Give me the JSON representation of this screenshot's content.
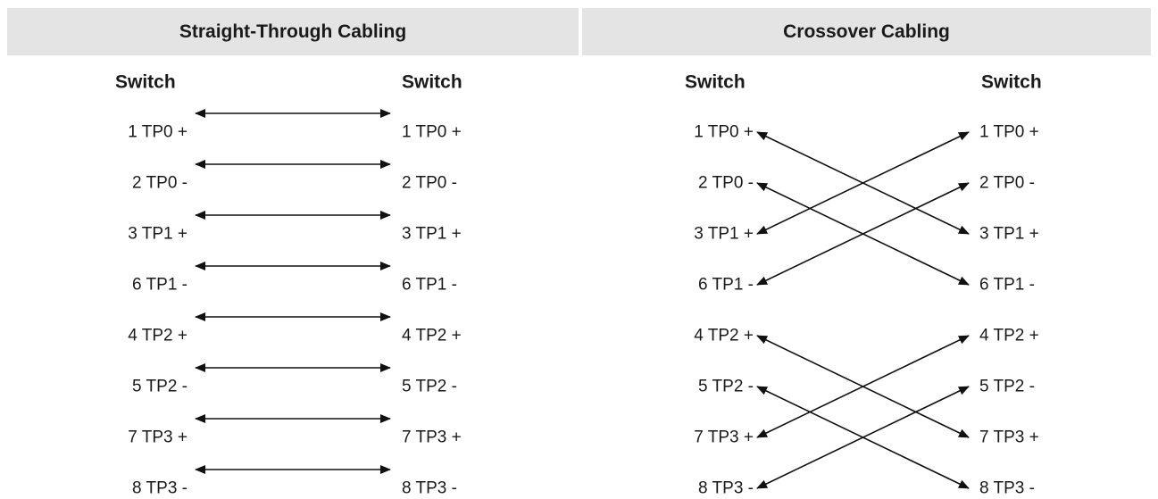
{
  "straight": {
    "title": "Straight-Through Cabling",
    "left_header": "Switch",
    "right_header": "Switch",
    "pins": [
      "1 TP0 +",
      "2 TP0 -",
      "3 TP1 +",
      "6 TP1 -",
      "4 TP2 +",
      "5 TP2 -",
      "7 TP3 +",
      "8 TP3 -"
    ]
  },
  "crossover": {
    "title": "Crossover Cabling",
    "left_header": "Switch",
    "right_header": "Switch",
    "pins": [
      "1 TP0 +",
      "2 TP0 -",
      "3 TP1 +",
      "6 TP1 -",
      "4 TP2 +",
      "5 TP2 -",
      "7 TP3 +",
      "8 TP3 -"
    ],
    "connections": [
      [
        0,
        2
      ],
      [
        1,
        3
      ],
      [
        2,
        0
      ],
      [
        3,
        1
      ],
      [
        4,
        6
      ],
      [
        5,
        7
      ],
      [
        6,
        4
      ],
      [
        7,
        5
      ]
    ]
  }
}
